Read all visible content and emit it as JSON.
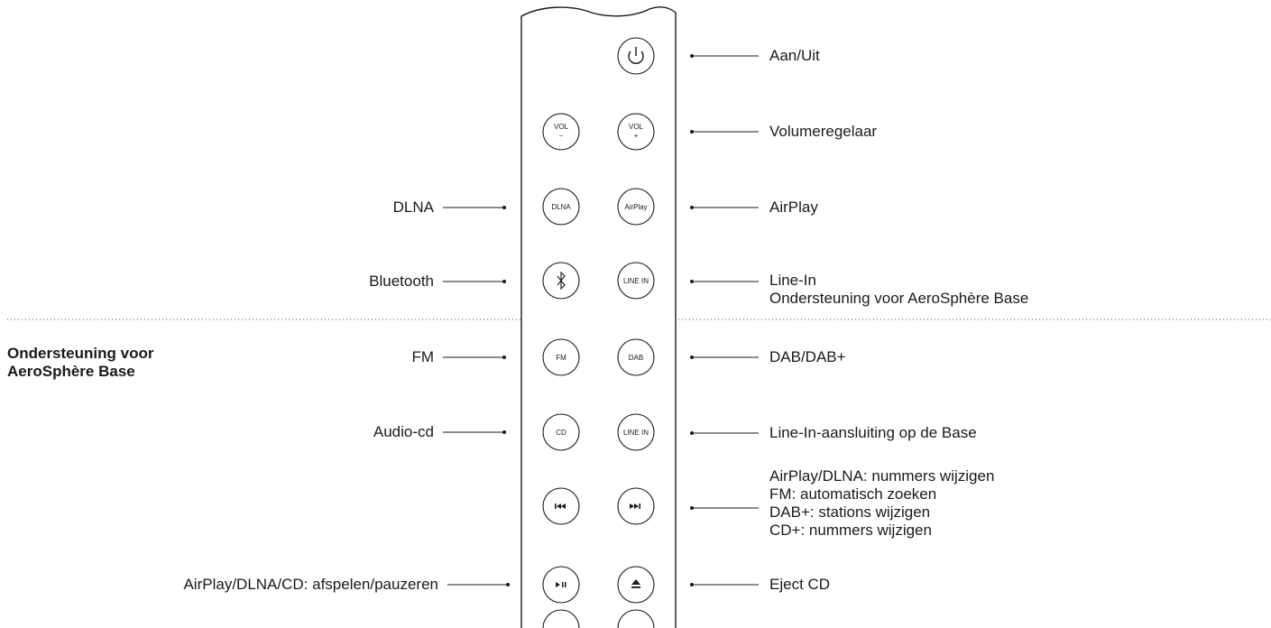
{
  "section_title": [
    "Ondersteuning voor",
    "AeroSphère Base"
  ],
  "buttons": {
    "power": "",
    "vol_minus": [
      "VOL",
      "−"
    ],
    "vol_plus": [
      "VOL",
      "+"
    ],
    "dlna": "DLNA",
    "airplay": "AirPlay",
    "bluetooth": "",
    "line_in_top": "LINE IN",
    "fm": "FM",
    "dab": "DAB",
    "cd": "CD",
    "line_in_bottom": "LINE IN",
    "prev": "",
    "next": "",
    "play_pause": "",
    "eject": ""
  },
  "labels_right": {
    "power": [
      "Aan/Uit"
    ],
    "volume": [
      "Volumeregelaar"
    ],
    "airplay": [
      "AirPlay"
    ],
    "line_in": [
      "Line-In",
      "Ondersteuning voor AeroSphère Base"
    ],
    "dab": [
      "DAB/DAB+"
    ],
    "line_in_base": [
      "Line-In-aansluiting op de Base"
    ],
    "skip": [
      "AirPlay/DLNA: nummers wijzigen",
      "FM: automatisch zoeken",
      "DAB+: stations wijzigen",
      "CD+: nummers wijzigen"
    ],
    "eject": [
      "Eject CD"
    ]
  },
  "labels_left": {
    "dlna": "DLNA",
    "bluetooth": "Bluetooth",
    "fm": "FM",
    "cd": "Audio-cd",
    "play": "AirPlay/DLNA/CD: afspelen/pauzeren"
  }
}
